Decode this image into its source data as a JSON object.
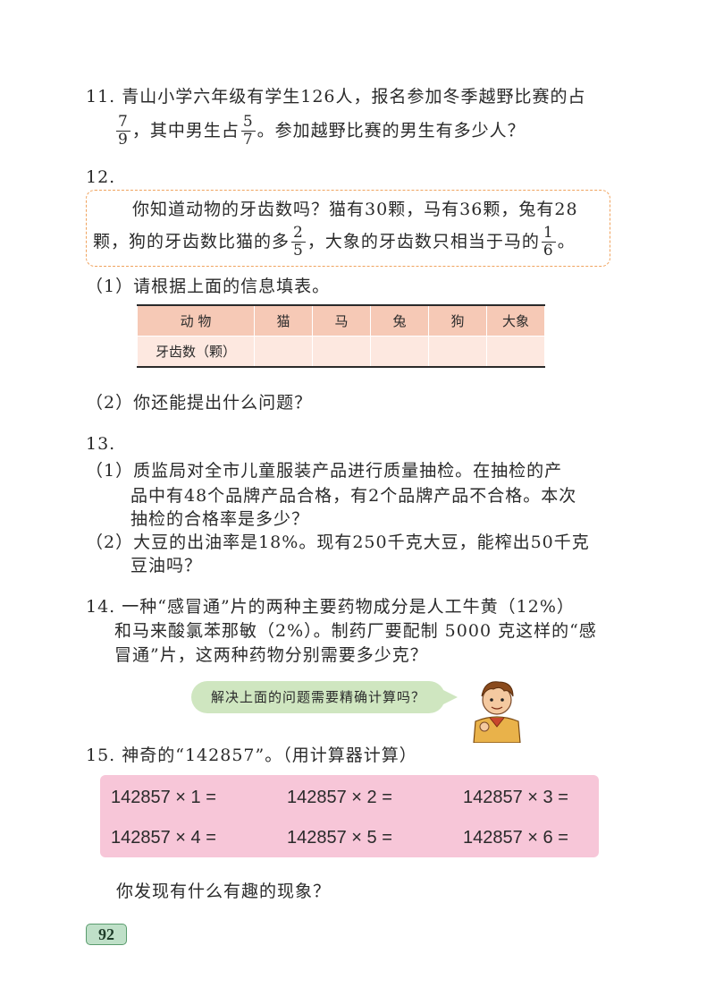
{
  "q11": {
    "line1": "11. 青山小学六年级有学生126人，报名参加冬季越野比赛的占",
    "frac1_num": "7",
    "frac1_den": "9",
    "line2a": "，其中男生占",
    "frac2_num": "5",
    "frac2_den": "7",
    "line2b": "。参加越野比赛的男生有多少人？"
  },
  "q12": {
    "number": "12.",
    "box_line1": "你知道动物的牙齿数吗？猫有30颗，马有36颗，兔有28",
    "box_line2a": "颗，狗的牙齿数比猫的多",
    "frac1_num": "2",
    "frac1_den": "5",
    "box_line2b": "，大象的牙齿数只相当于马的",
    "frac2_num": "1",
    "frac2_den": "6",
    "box_line2c": "。",
    "part1": "（1）请根据上面的信息填表。",
    "table_headers": [
      "动 物",
      "猫",
      "马",
      "兔",
      "狗",
      "大象"
    ],
    "table_row_label": "牙齿数（颗）",
    "part2": "（2）你还能提出什么问题？"
  },
  "q13": {
    "number": "13.",
    "p1_line1": "（1）质监局对全市儿童服装产品进行质量抽检。在抽检的产",
    "p1_line2": "品中有48个品牌产品合格，有2个品牌产品不合格。本次",
    "p1_line3": "抽检的合格率是多少？",
    "p2_line1": "（2）大豆的出油率是18%。现有250千克大豆，能榨出50千克",
    "p2_line2": "豆油吗？"
  },
  "q14": {
    "line1": "14. 一种“感冒通”片的两种主要药物成分是人工牛黄（12%）",
    "line2": "和马来酸氯苯那敏（2%）。制药厂要配制 5000 克这样的“感",
    "line3": "冒通”片，这两种药物分别需要多少克？",
    "bubble": "解决上面的问题需要精确计算吗？"
  },
  "q15": {
    "title": "15. 神奇的“142857”。（用计算器计算）",
    "calcs": [
      "142857 × 1 =",
      "142857 × 2 =",
      "142857 × 3 =",
      "142857 × 4 =",
      "142857 × 5 =",
      "142857 × 6 ="
    ],
    "question": "你发现有什么有趣的现象？"
  },
  "page_number": "92",
  "colors": {
    "dashed_border": "#f0a35e",
    "table_header": "#f6c9b6",
    "table_row": "#fde8e0",
    "bubble": "#cfe6c0",
    "calc_box": "#f7c6d8",
    "page_badge": "#bfe0c8"
  }
}
